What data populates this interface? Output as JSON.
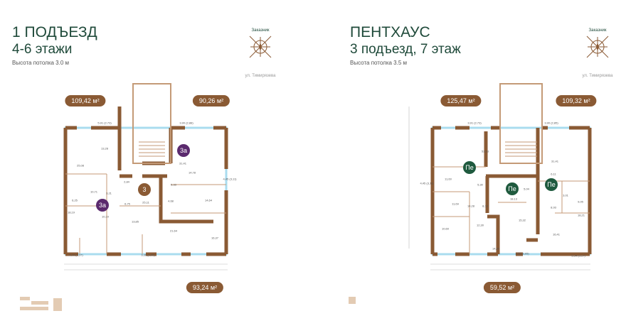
{
  "left": {
    "title": "1 ПОДЪЕЗД",
    "subtitle": "4-6 этажи",
    "ceiling": "Высота потолка 3.0 м",
    "compass": {
      "top": "Заказник",
      "bottom": "ул. Тимирязева"
    },
    "apartments": [
      {
        "area": "109,42 м²"
      },
      {
        "area": "90,26 м²"
      },
      {
        "area": "93,24 м²"
      }
    ],
    "types": [
      "3а",
      "3а",
      "3"
    ],
    "rooms": [
      "25,08",
      "13,28",
      "31,41",
      "14,78",
      "4,45 (3,11)",
      "10,71",
      "3,21",
      "6,25",
      "18,19",
      "10,10",
      "2,84",
      "6,75",
      "25,11",
      "5,33",
      "4,68",
      "14,64",
      "13,85",
      "21,64",
      "16,37",
      "5,34 (3,37)",
      "3,36 (3,05)",
      "5,91 (2,73)",
      "3,90 (2,88)"
    ]
  },
  "right": {
    "title": "ПЕНТХАУС",
    "subtitle": "3 подъезд, 7 этаж",
    "ceiling": "Высота потолка 3.5 м",
    "compass": {
      "top": "Заказник",
      "bottom": "ул. Тимирязева"
    },
    "apartments": [
      {
        "area": "125,47 м²"
      },
      {
        "area": "109,32 м²"
      },
      {
        "area": "59,52 м²"
      }
    ],
    "types": [
      "Пе",
      "Пе",
      "Пе"
    ],
    "rooms": [
      "3,91 (2,73)",
      "3,90 (2,85)",
      "53,53",
      "4,45 (3,11)",
      "11,60",
      "31,41",
      "6,11",
      "5,30",
      "5,04",
      "18,13",
      "3,01",
      "9,05",
      "11,69",
      "14,28",
      "8,13",
      "8,93",
      "18,21",
      "15,32",
      "12,30",
      "10,60",
      "16,41",
      "14,80",
      "3,68 (3,05)",
      "5,34 (3,17)"
    ]
  },
  "colors": {
    "wall": "#8a5a34",
    "title": "#1f4a3a",
    "type_3a": "#5b2a6e",
    "type_3": "#8a5a34",
    "type_pe": "#1f5a3e",
    "window": "#a9dcef"
  }
}
